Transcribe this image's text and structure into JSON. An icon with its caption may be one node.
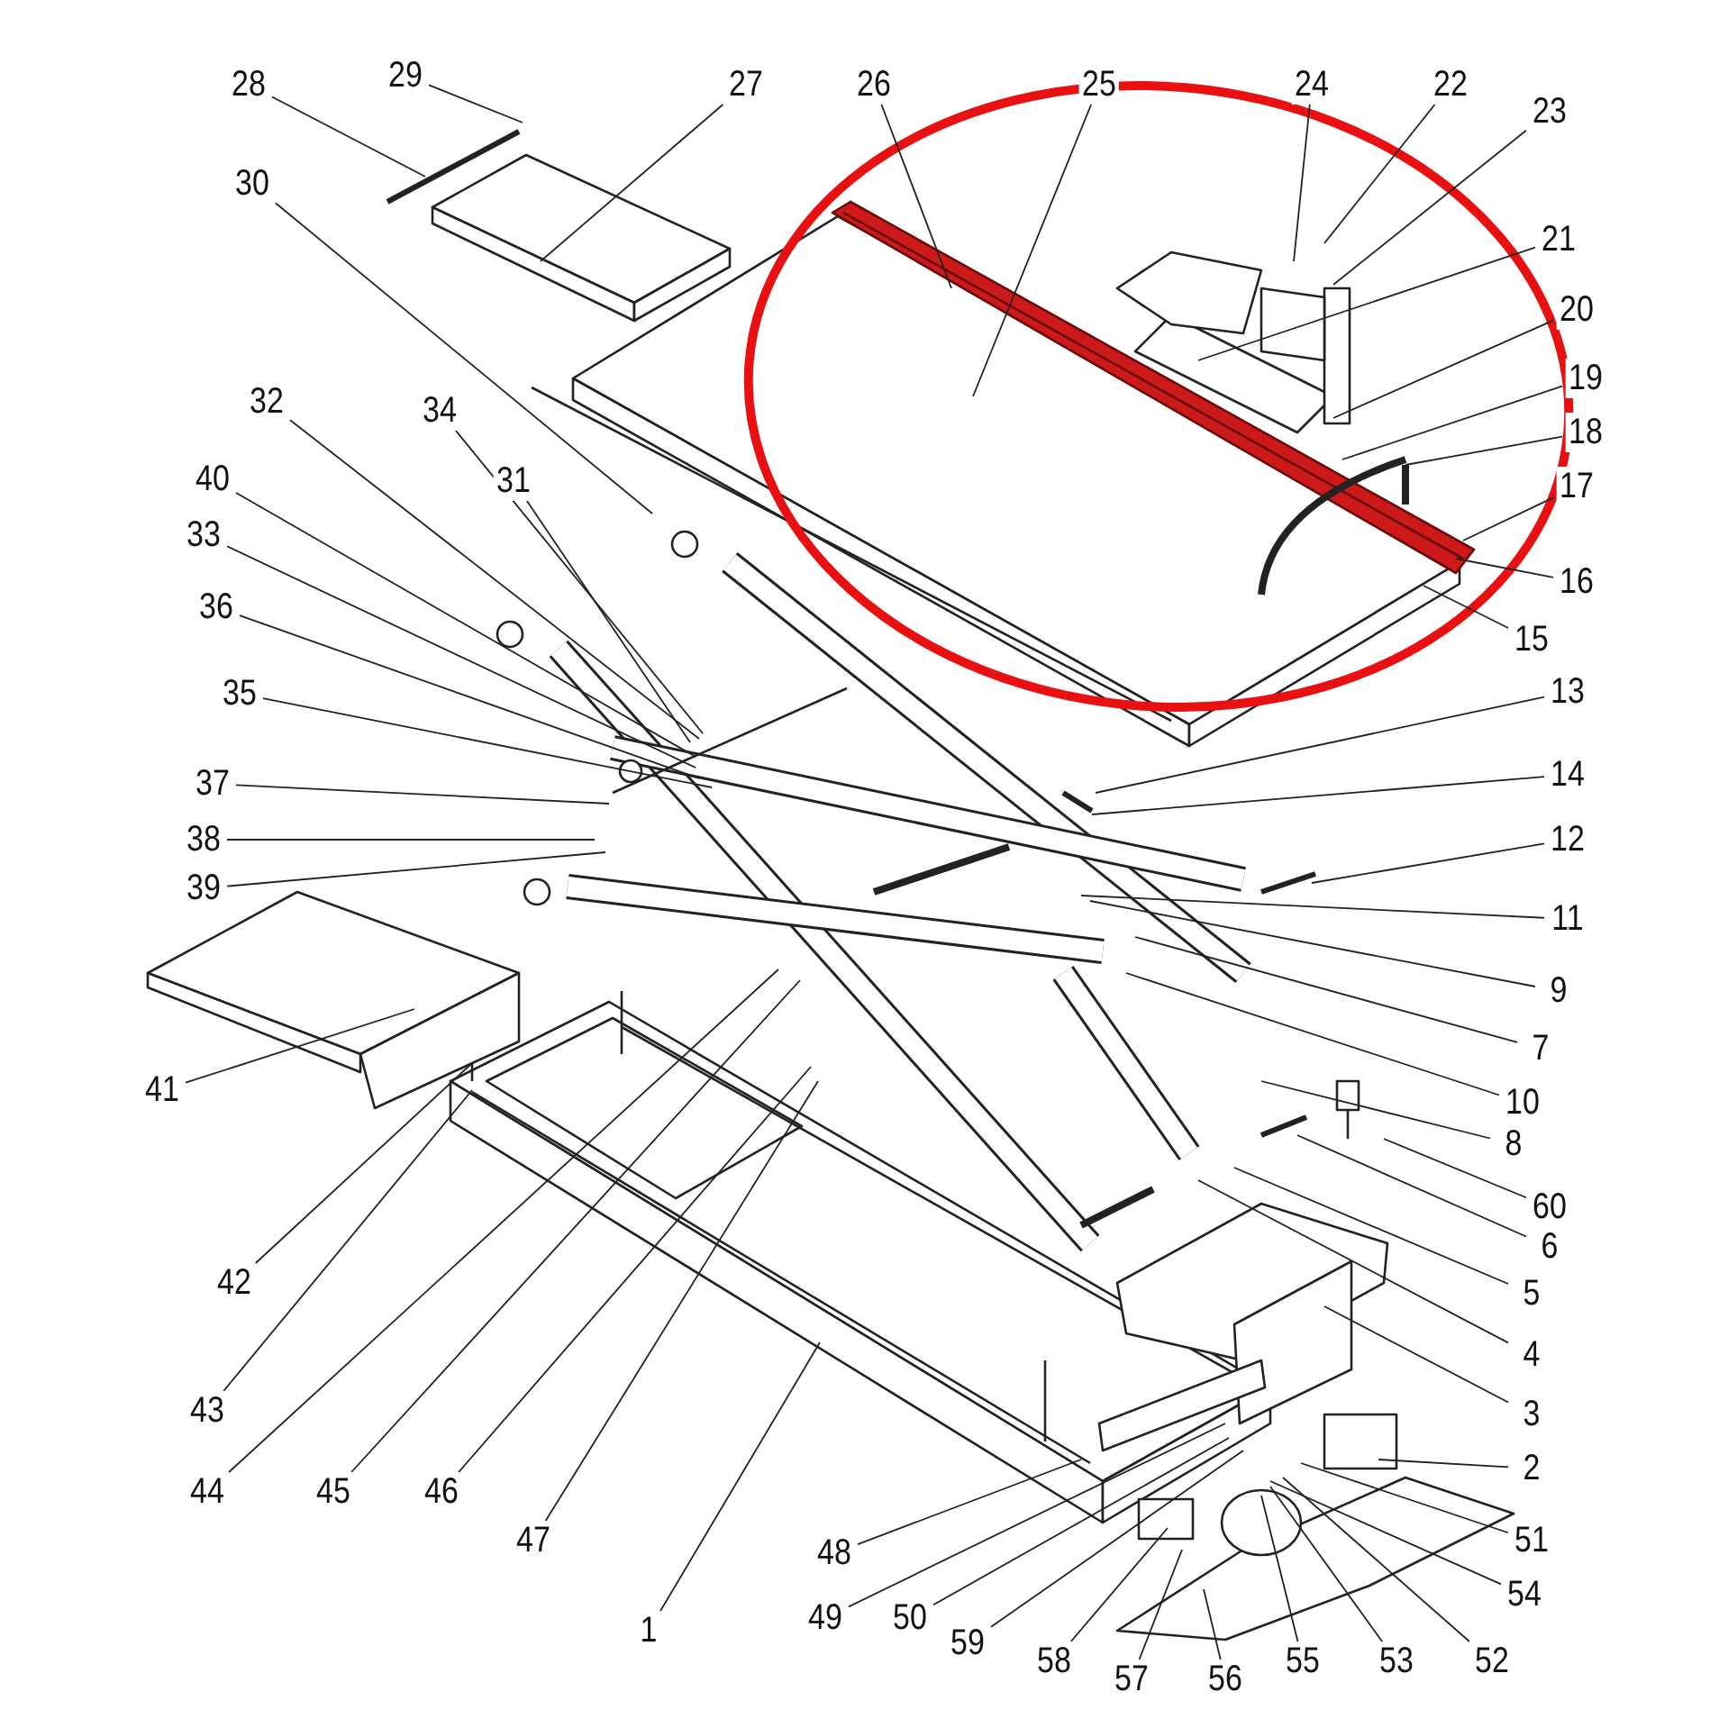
{
  "diagram": {
    "nodes": [
      {
        "text": [
          "28"
        ]
      },
      {
        "text": [
          "29"
        ]
      },
      {
        "text": [
          "27"
        ]
      },
      {
        "text": [
          "26"
        ]
      },
      {
        "text": [
          "25"
        ]
      },
      {
        "text": [
          "24"
        ]
      },
      {
        "text": [
          "22"
        ]
      },
      {
        "text": [
          "23"
        ]
      },
      {
        "text": [
          "30"
        ]
      },
      {
        "text": [
          "21"
        ]
      },
      {
        "text": [
          "20"
        ]
      },
      {
        "text": [
          "19"
        ]
      },
      {
        "text": [
          "18"
        ]
      },
      {
        "text": [
          "32"
        ]
      },
      {
        "text": [
          "34"
        ]
      },
      {
        "text": [
          "31"
        ]
      },
      {
        "text": [
          "40"
        ]
      },
      {
        "text": [
          "17"
        ]
      },
      {
        "text": [
          "33"
        ]
      },
      {
        "text": [
          "16"
        ]
      },
      {
        "text": [
          "36"
        ]
      },
      {
        "text": [
          "15"
        ]
      },
      {
        "text": [
          "35"
        ]
      },
      {
        "text": [
          "13"
        ]
      },
      {
        "text": [
          "37"
        ]
      },
      {
        "text": [
          "14"
        ]
      },
      {
        "text": [
          "38"
        ]
      },
      {
        "text": [
          "12"
        ]
      },
      {
        "text": [
          "39"
        ]
      },
      {
        "text": [
          "11"
        ]
      },
      {
        "text": [
          "9"
        ]
      },
      {
        "text": [
          "7"
        ]
      },
      {
        "text": [
          "41"
        ]
      },
      {
        "text": [
          "10"
        ]
      },
      {
        "text": [
          "8"
        ]
      },
      {
        "text": [
          "60"
        ]
      },
      {
        "text": [
          "6"
        ]
      },
      {
        "text": [
          "42"
        ]
      },
      {
        "text": [
          "5"
        ]
      },
      {
        "text": [
          "4"
        ]
      },
      {
        "text": [
          "43"
        ]
      },
      {
        "text": [
          "3"
        ]
      },
      {
        "text": [
          "2"
        ]
      },
      {
        "text": [
          "44"
        ]
      },
      {
        "text": [
          "45"
        ]
      },
      {
        "text": [
          "46"
        ]
      },
      {
        "text": [
          "47"
        ]
      },
      {
        "text": [
          "51"
        ]
      },
      {
        "text": [
          "48"
        ]
      },
      {
        "text": [
          "54"
        ]
      },
      {
        "text": [
          "1"
        ]
      },
      {
        "text": [
          "49"
        ]
      },
      {
        "text": [
          "50"
        ]
      },
      {
        "text": [
          "59"
        ]
      },
      {
        "text": [
          "58"
        ]
      },
      {
        "text": [
          "57"
        ]
      },
      {
        "text": [
          "56"
        ]
      },
      {
        "text": [
          "55"
        ]
      },
      {
        "text": [
          "53"
        ]
      },
      {
        "text": [
          "52"
        ]
      }
    ],
    "edges": [
      {
        "from": 0,
        "to": null,
        "arrow": "none"
      },
      {
        "from": 1,
        "to": null,
        "arrow": "none"
      },
      {
        "from": 2,
        "to": null,
        "arrow": "none"
      },
      {
        "from": 3,
        "to": null,
        "arrow": "none"
      },
      {
        "from": 4,
        "to": null,
        "arrow": "none"
      },
      {
        "from": 5,
        "to": null,
        "arrow": "none"
      },
      {
        "from": 6,
        "to": null,
        "arrow": "none"
      },
      {
        "from": 7,
        "to": null,
        "arrow": "none"
      },
      {
        "from": 8,
        "to": null,
        "arrow": "none"
      },
      {
        "from": 9,
        "to": null,
        "arrow": "none"
      },
      {
        "from": 10,
        "to": null,
        "arrow": "none"
      },
      {
        "from": 11,
        "to": null,
        "arrow": "none"
      },
      {
        "from": 12,
        "to": null,
        "arrow": "none"
      },
      {
        "from": 13,
        "to": null,
        "arrow": "none"
      },
      {
        "from": 14,
        "to": null,
        "arrow": "none"
      },
      {
        "from": 15,
        "to": null,
        "arrow": "none"
      },
      {
        "from": 16,
        "to": null,
        "arrow": "none"
      },
      {
        "from": 17,
        "to": null,
        "arrow": "none"
      },
      {
        "from": 18,
        "to": null,
        "arrow": "none"
      },
      {
        "from": 19,
        "to": null,
        "arrow": "none"
      },
      {
        "from": 20,
        "to": null,
        "arrow": "none"
      },
      {
        "from": 21,
        "to": null,
        "arrow": "none"
      },
      {
        "from": 22,
        "to": null,
        "arrow": "none"
      },
      {
        "from": 23,
        "to": null,
        "arrow": "none"
      },
      {
        "from": 24,
        "to": null,
        "arrow": "none"
      },
      {
        "from": 25,
        "to": null,
        "arrow": "none"
      },
      {
        "from": 26,
        "to": null,
        "arrow": "none"
      },
      {
        "from": 27,
        "to": null,
        "arrow": "none"
      },
      {
        "from": 28,
        "to": null,
        "arrow": "none"
      },
      {
        "from": 29,
        "to": null,
        "arrow": "none"
      },
      {
        "from": 30,
        "to": null,
        "arrow": "none"
      },
      {
        "from": 31,
        "to": null,
        "arrow": "none"
      },
      {
        "from": 32,
        "to": null,
        "arrow": "none"
      },
      {
        "from": 33,
        "to": null,
        "arrow": "none"
      },
      {
        "from": 34,
        "to": null,
        "arrow": "none"
      },
      {
        "from": 35,
        "to": null,
        "arrow": "none"
      },
      {
        "from": 36,
        "to": null,
        "arrow": "none"
      },
      {
        "from": 37,
        "to": null,
        "arrow": "none"
      },
      {
        "from": 38,
        "to": null,
        "arrow": "none"
      },
      {
        "from": 39,
        "to": null,
        "arrow": "none"
      },
      {
        "from": 40,
        "to": null,
        "arrow": "none"
      },
      {
        "from": 41,
        "to": null,
        "arrow": "none"
      },
      {
        "from": 42,
        "to": null,
        "arrow": "none"
      },
      {
        "from": 43,
        "to": null,
        "arrow": "none"
      },
      {
        "from": 44,
        "to": null,
        "arrow": "none"
      },
      {
        "from": 45,
        "to": null,
        "arrow": "none"
      },
      {
        "from": 46,
        "to": null,
        "arrow": "none"
      },
      {
        "from": 47,
        "to": null,
        "arrow": "none"
      },
      {
        "from": 48,
        "to": null,
        "arrow": "none"
      },
      {
        "from": 49,
        "to": null,
        "arrow": "none"
      },
      {
        "from": 50,
        "to": null,
        "arrow": "none"
      },
      {
        "from": 51,
        "to": null,
        "arrow": "none"
      },
      {
        "from": 52,
        "to": null,
        "arrow": "none"
      },
      {
        "from": 53,
        "to": null,
        "arrow": "none"
      },
      {
        "from": 54,
        "to": null,
        "arrow": "none"
      },
      {
        "from": 55,
        "to": null,
        "arrow": "none"
      },
      {
        "from": 56,
        "to": null,
        "arrow": "none"
      },
      {
        "from": 57,
        "to": null,
        "arrow": "none"
      },
      {
        "from": 58,
        "to": null,
        "arrow": "none"
      },
      {
        "from": 59,
        "to": null,
        "arrow": "none"
      }
    ]
  }
}
